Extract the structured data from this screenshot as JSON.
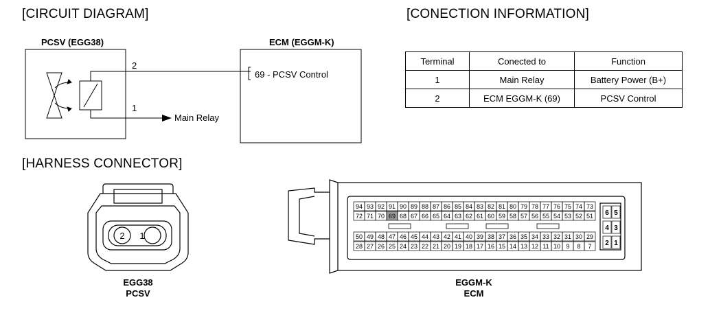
{
  "sections": {
    "circuit": "[CIRCUIT DIAGRAM]",
    "connection": "[CONECTION INFORMATION]",
    "harness": "[HARNESS CONNECTOR]"
  },
  "circuit": {
    "pcsv_title": "PCSV (EGG38)",
    "ecm_title": "ECM (EGGM-K)",
    "pin2": "2",
    "pin1": "1",
    "ecm_pin_label": "69 - PCSV Control",
    "main_relay": "Main Relay"
  },
  "table": {
    "headers": [
      "Terminal",
      "Conected to",
      "Function"
    ],
    "rows": [
      [
        "1",
        "Main Relay",
        "Battery Power (B+)"
      ],
      [
        "2",
        "ECM EGGM-K (69)",
        "PCSV Control"
      ]
    ]
  },
  "harness": {
    "pcsv_pins": [
      "2",
      "1"
    ],
    "pcsv_label1": "EGG38",
    "pcsv_label2": "PCSV",
    "ecm_label1": "EGGM-K",
    "ecm_label2": "ECM",
    "ecm_row1": [
      "94",
      "93",
      "92",
      "91",
      "90",
      "89",
      "88",
      "87",
      "86",
      "85",
      "84",
      "83",
      "82",
      "81",
      "80",
      "79",
      "78",
      "77",
      "76",
      "75",
      "74",
      "73"
    ],
    "ecm_row2": [
      "72",
      "71",
      "70",
      "69",
      "68",
      "67",
      "66",
      "65",
      "64",
      "63",
      "62",
      "61",
      "60",
      "59",
      "58",
      "57",
      "56",
      "55",
      "54",
      "53",
      "52",
      "51"
    ],
    "ecm_row3": [
      "50",
      "49",
      "48",
      "47",
      "46",
      "45",
      "44",
      "43",
      "42",
      "41",
      "40",
      "39",
      "38",
      "37",
      "36",
      "35",
      "34",
      "33",
      "32",
      "31",
      "30",
      "29"
    ],
    "ecm_row4": [
      "28",
      "27",
      "26",
      "25",
      "24",
      "23",
      "22",
      "21",
      "20",
      "19",
      "18",
      "17",
      "16",
      "15",
      "14",
      "13",
      "12",
      "11",
      "10",
      "9",
      "8",
      "7"
    ],
    "ecm_side": [
      [
        "6",
        "5"
      ],
      [
        "4",
        "3"
      ],
      [
        "2",
        "1"
      ]
    ],
    "highlight_pin": "69"
  }
}
